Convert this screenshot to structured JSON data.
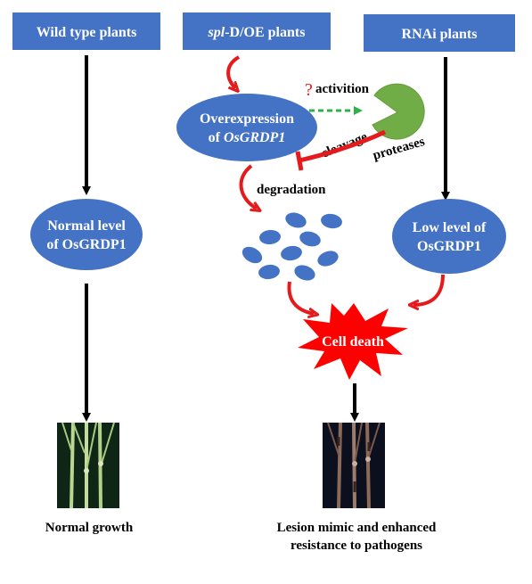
{
  "colors": {
    "box_fill": "#4472c4",
    "ellipse_fill": "#4472c4",
    "particle_fill": "#4472c4",
    "protease_fill": "#70ad47",
    "red_arrow": "#e41a1c",
    "activation_arrow": "#2eb04a",
    "starburst_fill": "#ff0000",
    "black_arrow": "#000000"
  },
  "boxes": {
    "wild_type": "Wild type plants",
    "spl_italic": "spl",
    "spl_rest": "-D/OE plants",
    "rnai": "RNAi plants"
  },
  "nodes": {
    "overexpression_line1": "Overexpression",
    "overexpression_prefix": "of ",
    "overexpression_gene": "OsGRDP1",
    "normal_line1": "Normal level",
    "normal_line2": "of OsGRDP1",
    "low_line1": "Low level of",
    "low_line2": "OsGRDP1",
    "cell_death": "Cell death"
  },
  "labels": {
    "question": "?",
    "activation": "activition",
    "cleavage": "cleavage",
    "proteases": "proteases",
    "degradation": "degradation"
  },
  "captions": {
    "left": "Normal growth",
    "right_line1": "Lesion mimic and enhanced",
    "right_line2": "resistance to pathogens"
  },
  "icons": {
    "protease": "pac-man-protease-icon",
    "particles": "degraded-protein-particles",
    "starburst": "cell-death-starburst",
    "left_photo": "normal-rice-stems-photo",
    "right_photo": "lesion-mimic-rice-stems-photo"
  }
}
